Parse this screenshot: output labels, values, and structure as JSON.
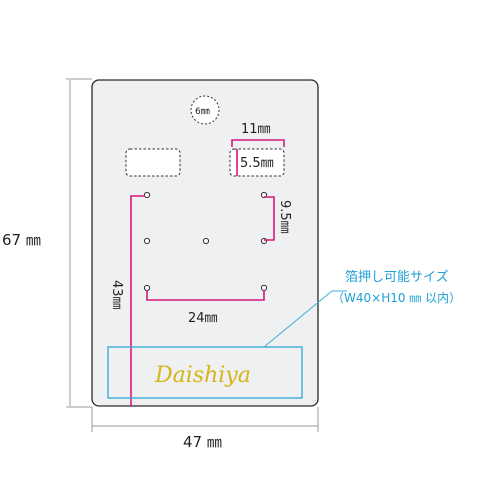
{
  "dimensions": {
    "height_label": "67 ㎜",
    "width_label": "47 ㎜",
    "hole_label": "6㎜",
    "slot_width_label": "11㎜",
    "slot_height_label": "5.5㎜",
    "pin_gap_label": "9.5㎜",
    "pin_span_label": "24㎜",
    "vertical_label": "43㎜"
  },
  "foil_note": {
    "line1": "箔押し可能サイズ",
    "line2": "（W40×H10 ㎜ 以内）"
  },
  "logo": {
    "text": "Daishiya"
  },
  "colors": {
    "card_fill": "#eef0f2",
    "card_stroke": "#2a2a2a",
    "dimension_line": "#9a9a9a",
    "magenta": "#d6197c",
    "foil_box": "#3aaed8",
    "note_text": "#1ea0d8",
    "logo_gold": "#d8b418"
  }
}
